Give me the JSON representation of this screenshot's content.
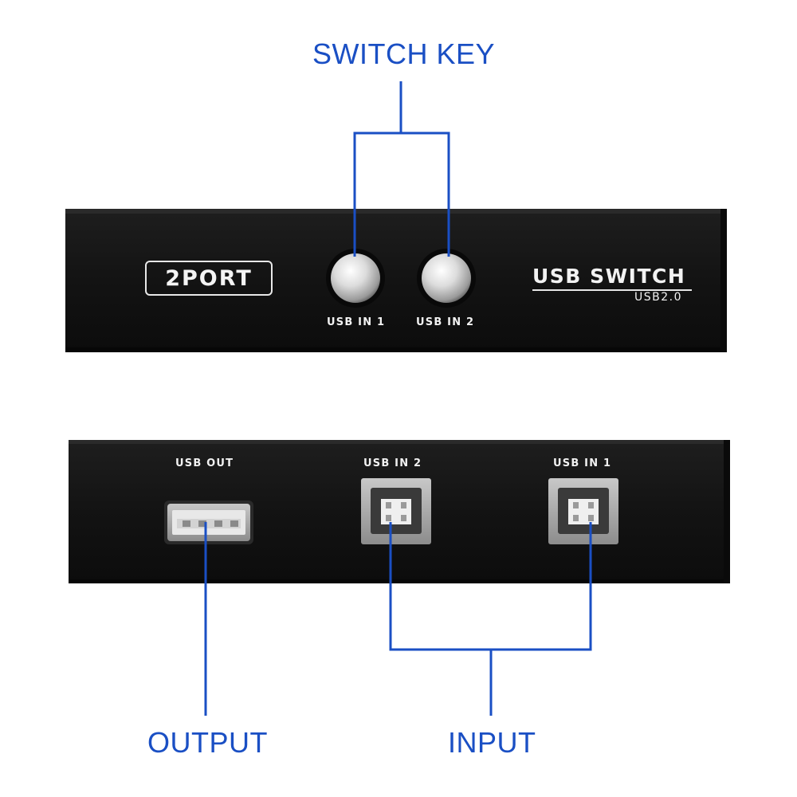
{
  "callouts": {
    "switch_key": "SWITCH KEY",
    "output": "OUTPUT",
    "input": "INPUT"
  },
  "front_panel": {
    "port_badge": "2PORT",
    "brand_title": "USB SWITCH",
    "brand_subtitle": "USB2.0",
    "button_1_label": "USB IN 1",
    "button_2_label": "USB IN 2"
  },
  "rear_panel": {
    "usb_out_label": "USB OUT",
    "usb_in_2_label": "USB IN 2",
    "usb_in_1_label": "USB IN 1"
  },
  "colors": {
    "callout_blue": "#1a4fc4",
    "device_body": "#151515",
    "label_white": "#f2f2f2"
  },
  "icons": [
    "push-button",
    "usb-type-a-port",
    "usb-type-b-port"
  ]
}
